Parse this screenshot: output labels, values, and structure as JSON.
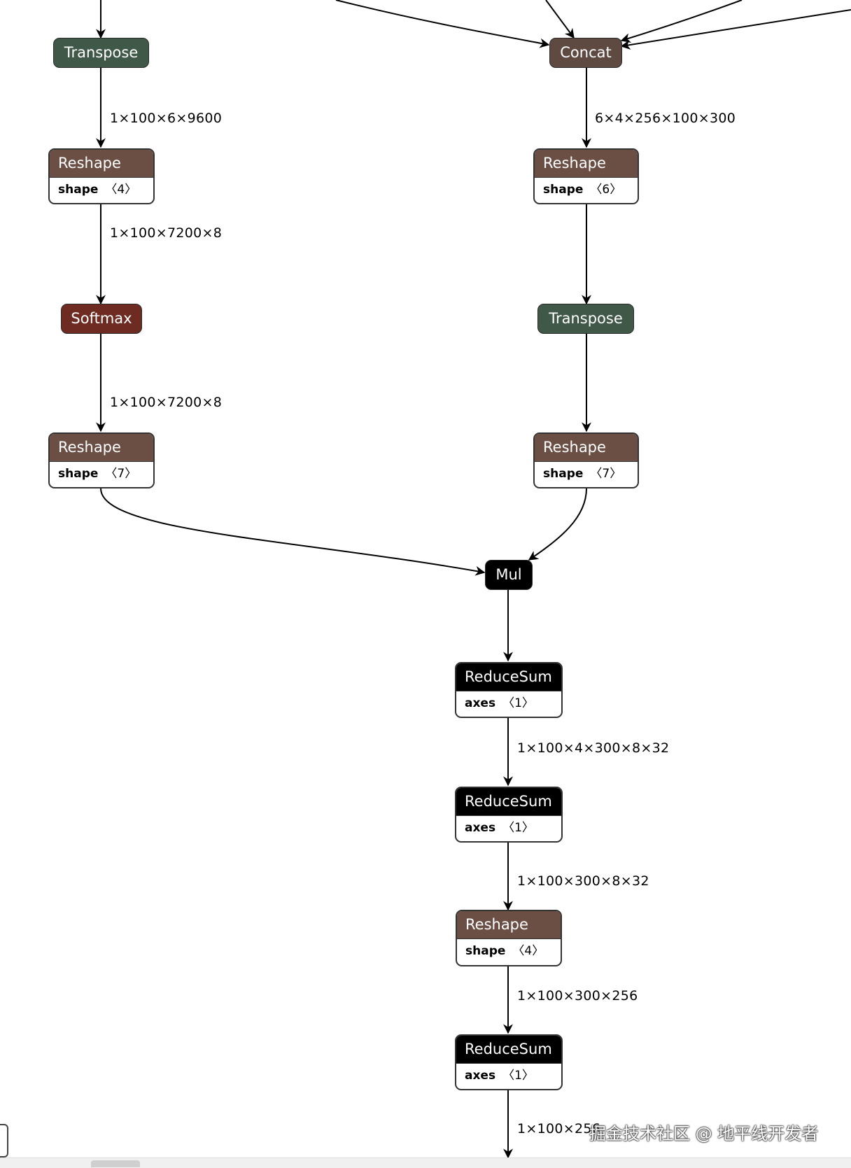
{
  "colors": {
    "transpose": "#3f5848",
    "concat": "#5f4a42",
    "reshape": "#6b4f45",
    "softmax": "#6e2b22",
    "mul": "#000000",
    "reducesum": "#000000"
  },
  "nodes": {
    "transpose_left": {
      "op": "Transpose"
    },
    "concat": {
      "op": "Concat"
    },
    "reshape_left_1": {
      "op": "Reshape",
      "attr_name": "shape",
      "attr_value": "〈4〉"
    },
    "reshape_right_1": {
      "op": "Reshape",
      "attr_name": "shape",
      "attr_value": "〈6〉"
    },
    "softmax": {
      "op": "Softmax"
    },
    "transpose_right": {
      "op": "Transpose"
    },
    "reshape_left_2": {
      "op": "Reshape",
      "attr_name": "shape",
      "attr_value": "〈7〉"
    },
    "reshape_right_2": {
      "op": "Reshape",
      "attr_name": "shape",
      "attr_value": "〈7〉"
    },
    "mul": {
      "op": "Mul"
    },
    "reducesum_1": {
      "op": "ReduceSum",
      "attr_name": "axes",
      "attr_value": "〈1〉"
    },
    "reducesum_2": {
      "op": "ReduceSum",
      "attr_name": "axes",
      "attr_value": "〈1〉"
    },
    "reshape_3": {
      "op": "Reshape",
      "attr_name": "shape",
      "attr_value": "〈4〉"
    },
    "reducesum_3": {
      "op": "ReduceSum",
      "attr_name": "axes",
      "attr_value": "〈1〉"
    }
  },
  "edge_labels": {
    "transpose_to_reshape": "1×100×6×9600",
    "concat_to_reshape": "6×4×256×100×300",
    "reshape_to_softmax": "1×100×7200×8",
    "softmax_to_reshape": "1×100×7200×8",
    "reducesum1_to_reducesum2": "1×100×4×300×8×32",
    "reducesum2_to_reshape": "1×100×300×8×32",
    "reshape_to_reducesum3": "1×100×300×256",
    "reducesum3_out": "1×100×256"
  },
  "watermark": "掘金技术社区 @ 地平线开发者"
}
